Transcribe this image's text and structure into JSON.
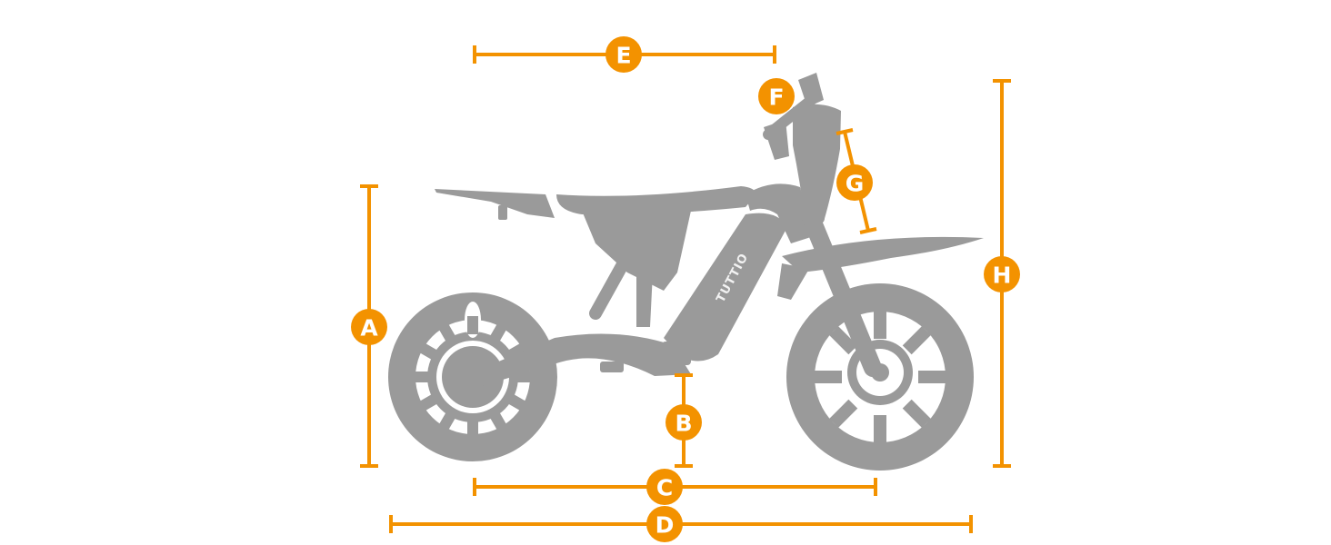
{
  "colors": {
    "accent": "#f39200",
    "bike": "#9a9a9a",
    "marker_text": "#ffffff"
  },
  "brand": {
    "logo_text": "TUTTIO"
  },
  "dimensions": [
    {
      "id": "A",
      "label": "A",
      "orientation": "vertical"
    },
    {
      "id": "B",
      "label": "B",
      "orientation": "vertical"
    },
    {
      "id": "C",
      "label": "C",
      "orientation": "horizontal"
    },
    {
      "id": "D",
      "label": "D",
      "orientation": "horizontal"
    },
    {
      "id": "E",
      "label": "E",
      "orientation": "horizontal"
    },
    {
      "id": "F",
      "label": "F",
      "orientation": "point"
    },
    {
      "id": "G",
      "label": "G",
      "orientation": "diagonal"
    },
    {
      "id": "H",
      "label": "H",
      "orientation": "vertical"
    }
  ]
}
